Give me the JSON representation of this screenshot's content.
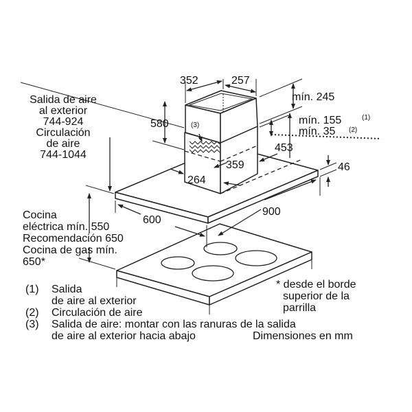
{
  "left_labels": {
    "exhaust": [
      "Salida de aire",
      "al exterior",
      "744-924"
    ],
    "recirc": [
      "Circulación",
      "de aire",
      "744-1044"
    ],
    "cooktop": [
      "Cocina",
      "eléctrica mín. 550",
      "Recomendación 650",
      "Cocina de gas mín.",
      "650*"
    ]
  },
  "dimensions": {
    "d352": "352",
    "d257": "257",
    "d580": "580",
    "d245": "mín. 245",
    "d155": "mín. 155",
    "d155_note": "(1)",
    "d35": "mín. 35",
    "d35_note": "(2)",
    "d453": "453",
    "d359": "359",
    "d264": "264",
    "d46": "46",
    "d600": "600",
    "d900": "900",
    "callout3": "(3)"
  },
  "legend": [
    {
      "num": "(1)",
      "lines": [
        "Salida",
        "de aire al exterior"
      ]
    },
    {
      "num": "(2)",
      "lines": [
        "Circulación de aire"
      ]
    },
    {
      "num": "(3)",
      "lines": [
        "Salida de aire: montar con las ranuras de la salida",
        "de aire al exterior hacia abajo"
      ]
    }
  ],
  "footnote": [
    "* desde el borde",
    "superior de la",
    "parrilla"
  ],
  "units": "Dimensiones en mm"
}
